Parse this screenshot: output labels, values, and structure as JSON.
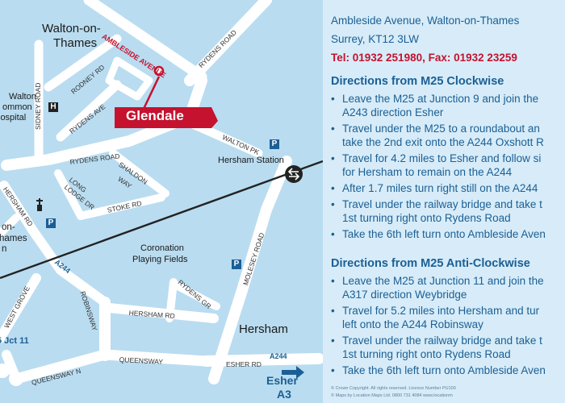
{
  "map": {
    "places": {
      "walton_line1": "Walton-on-",
      "walton_line2": "Thames",
      "hersham": "Hersham",
      "coronation_line1": "Coronation",
      "coronation_line2": "Playing Fields",
      "walton_common_1": "Walton",
      "walton_common_2": "ommon",
      "walton_common_3": "lospital",
      "hersham_station": "Hersham Station",
      "left_town_1": "on-",
      "left_town_2": "hames",
      "left_town_3": "n"
    },
    "roads": {
      "ambleside": "AMBLESIDE AVENUE",
      "rydens_road_top": "RYDENS ROAD",
      "rydens_road_mid": "RYDENS ROAD",
      "rodney": "RODNEY RD",
      "rydens_ave": "RYDENS AVE",
      "sidney": "SIDNEY ROAD",
      "walton_pk": "WALTON PK",
      "shaldon_1": "SHALDON",
      "shaldon_2": "WAY",
      "long_1": "LONG",
      "long_2": "LODGE DR",
      "stoke": "STOKE RD",
      "hersham_rd_left": "HERSHAM RD",
      "molesey": "MOLESEY ROAD",
      "a244_left": "A244",
      "robinsway": "ROBINSWAY",
      "rydens_gr": "RYDENS GR",
      "hersham_rd": "HERSHAM RD",
      "west_grove": "WEST GROVE",
      "queensway": "QUEENSWAY",
      "queensway_n": "QUEENSWAY N",
      "esher_rd": "ESHER RD",
      "a244_right": "A244",
      "jct": "5 Jct 11"
    },
    "marker_label": "Glendale",
    "esher_sign_1": "Esher",
    "esher_sign_2": "A3",
    "icon_p": "P",
    "icon_h": "H"
  },
  "address": {
    "line1": "Ambleside Avenue, Walton-on-Thames",
    "line2": "Surrey, KT12 3LW",
    "tel": "Tel: 01932 251980, Fax: 01932 23259"
  },
  "clockwise": {
    "heading": "Directions from M25 Clockwise",
    "steps": [
      "Leave the M25 at Junction 9 and join the",
      "A243 direction Esher",
      "Travel under the M25 to a roundabout an",
      "take the 2nd exit onto the A244 Oxshott R",
      "Travel for 4.2 miles to Esher and follow si",
      "for Hersham to remain on the A244",
      "After 1.7 miles turn right still on the A244",
      "Travel under the railway bridge and take t",
      "1st turning right onto Rydens Road",
      "Take the 6th left turn onto Ambleside Aven"
    ]
  },
  "anticlockwise": {
    "heading": "Directions from M25 Anti-Clockwise",
    "steps": [
      "Leave the M25 at Junction 11 and join the",
      "A317 direction Weybridge",
      "Travel for 5.2 miles into Hersham and tur",
      "left onto the A244 Robinsway",
      "Travel under the railway bridge and take t",
      "1st turning right onto Rydens Road",
      "Take the 6th left turn onto Ambleside Aven"
    ]
  },
  "copyright": {
    "line1": "© Crown Copyright. All rights reserved. Licence Number PU100",
    "line2": "© Maps by Location Maps Ltd. 0800 731 4084 www.locationm"
  },
  "colors": {
    "map_background": "#b9dcf0",
    "road": "#ffffff",
    "text_blue": "#1b5f95",
    "accent_red": "#c4122f",
    "panel_background": "#d7ecf8"
  }
}
